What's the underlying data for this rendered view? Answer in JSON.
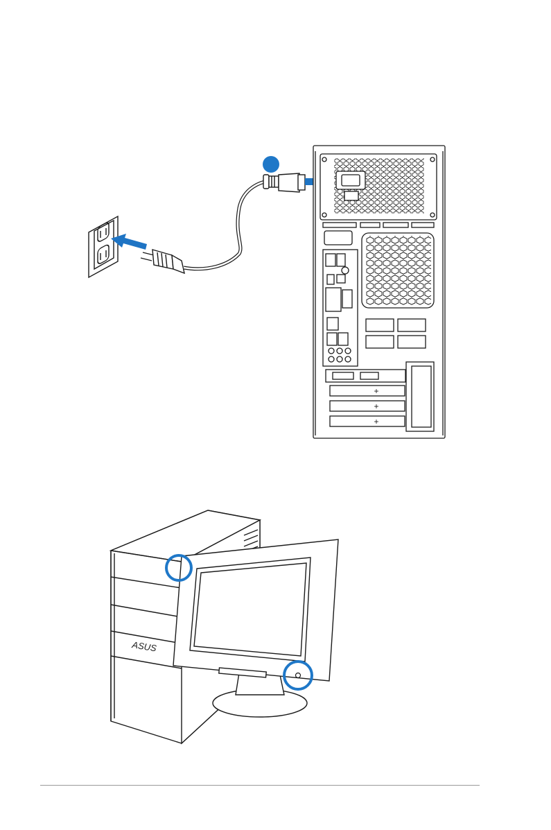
{
  "figures": [
    {
      "id": "power-connection",
      "callouts": [
        "",
        ""
      ]
    },
    {
      "id": "power-on",
      "computer_logo": "ASUS",
      "highlight_color": "#1f78c8"
    }
  ],
  "colors": {
    "line": "#1a1a1a",
    "accent_blue": "#1f78c8",
    "arrow_blue": "#1e74c4",
    "rule": "#9a9a9a"
  }
}
